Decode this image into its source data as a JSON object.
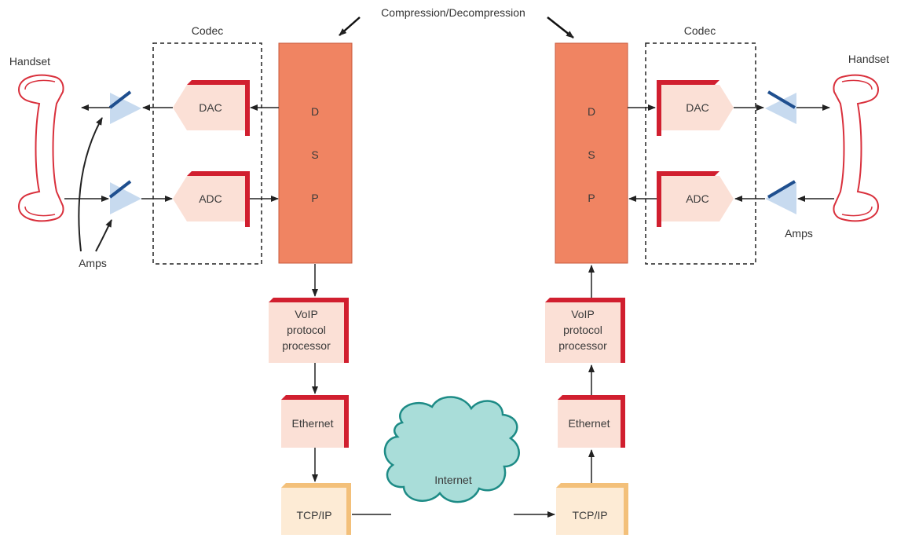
{
  "title": "Compression/Decompression",
  "colors": {
    "dsp_fill": "#f08462",
    "block_fill": "#fbe0d6",
    "block_edge": "#d11f2f",
    "tcp_fill": "#fdebd5",
    "tcp_edge": "#f3c07a",
    "cloud_fill": "#a9ddd9",
    "cloud_edge": "#1d8b86",
    "handset": "#d9303c",
    "amp_fill": "#c7daef",
    "amp_bar": "#1f4f8f",
    "line": "#222222"
  },
  "left": {
    "handset_label": "Handset",
    "codec_label": "Codec",
    "dac_label": "DAC",
    "adc_label": "ADC",
    "dsp_letters": [
      "D",
      "S",
      "P"
    ],
    "amps_label": "Amps",
    "voip_lines": [
      "VoIP",
      "protocol",
      "processor"
    ],
    "ethernet_label": "Ethernet",
    "tcpip_label": "TCP/IP"
  },
  "right": {
    "handset_label": "Handset",
    "codec_label": "Codec",
    "dac_label": "DAC",
    "adc_label": "ADC",
    "dsp_letters": [
      "D",
      "S",
      "P"
    ],
    "amps_label": "Amps",
    "voip_lines": [
      "VoIP",
      "protocol",
      "processor"
    ],
    "ethernet_label": "Ethernet",
    "tcpip_label": "TCP/IP"
  },
  "internet_label": "Internet"
}
